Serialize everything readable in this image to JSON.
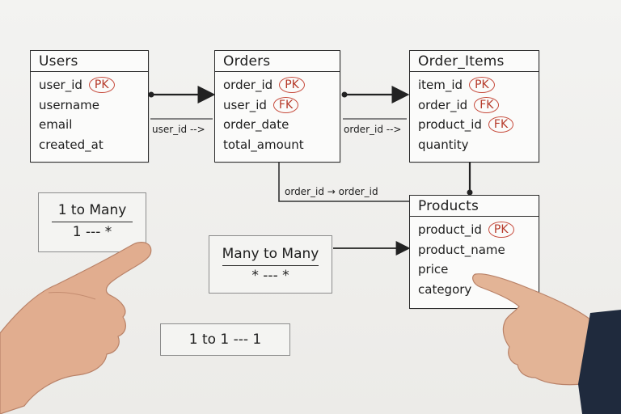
{
  "tables": {
    "users": {
      "title": "Users",
      "fields": [
        {
          "name": "user_id",
          "key": "PK"
        },
        {
          "name": "username",
          "key": ""
        },
        {
          "name": "email",
          "key": ""
        },
        {
          "name": "created_at",
          "key": ""
        }
      ]
    },
    "orders": {
      "title": "Orders",
      "fields": [
        {
          "name": "order_id",
          "key": "PK"
        },
        {
          "name": "user_id",
          "key": "FK"
        },
        {
          "name": "order_date",
          "key": ""
        },
        {
          "name": "total_amount",
          "key": ""
        }
      ]
    },
    "order_items": {
      "title": "Order_Items",
      "fields": [
        {
          "name": "item_id",
          "key": "PK"
        },
        {
          "name": "order_id",
          "key": "FK"
        },
        {
          "name": "product_id",
          "key": "FK"
        },
        {
          "name": "quantity",
          "key": ""
        }
      ]
    },
    "products": {
      "title": "Products",
      "fields": [
        {
          "name": "product_id",
          "key": "PK"
        },
        {
          "name": "product_name",
          "key": ""
        },
        {
          "name": "price",
          "key": ""
        },
        {
          "name": "category",
          "key": ""
        }
      ]
    }
  },
  "relationships": {
    "users_orders": "user_id -->",
    "orders_order_items": "order_id -->",
    "orders_products": "order_id → order_id"
  },
  "legend": {
    "one_to_many": {
      "top": "1 to Many",
      "bottom": "1 --- *"
    },
    "many_to_many": {
      "top": "Many to Many",
      "bottom": "* --- *"
    },
    "one_to_one": {
      "text": "1 to 1 --- 1"
    }
  },
  "colors": {
    "ink": "#2b2b2b",
    "key_circle": "#c6493a",
    "skin": "#e2b093",
    "sleeve": "#1f2a3d"
  }
}
